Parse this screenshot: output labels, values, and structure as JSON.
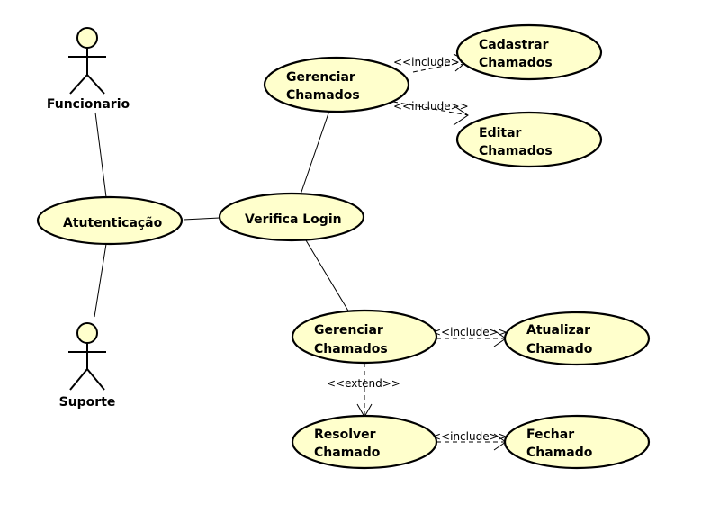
{
  "actors": [
    {
      "id": "funcionario",
      "label": "Funcionario"
    },
    {
      "id": "suporte",
      "label": "Suporte"
    }
  ],
  "use_cases": [
    {
      "id": "autenticacao",
      "lines": [
        "Atutenticação"
      ]
    },
    {
      "id": "verifica_login",
      "lines": [
        "Verifica Login"
      ]
    },
    {
      "id": "gerenciar_chamados_1",
      "lines": [
        "Gerenciar",
        "Chamados"
      ]
    },
    {
      "id": "cadastrar_chamados",
      "lines": [
        "Cadastrar",
        "Chamados"
      ]
    },
    {
      "id": "editar_chamados",
      "lines": [
        "Editar",
        "Chamados"
      ]
    },
    {
      "id": "gerenciar_chamados_2",
      "lines": [
        "Gerenciar",
        "Chamados"
      ]
    },
    {
      "id": "atualizar_chamado",
      "lines": [
        "Atualizar",
        "Chamado"
      ]
    },
    {
      "id": "resolver_chamado",
      "lines": [
        "Resolver",
        "Chamado"
      ]
    },
    {
      "id": "fechar_chamado",
      "lines": [
        "Fechar",
        "Chamado"
      ]
    }
  ],
  "associations": [
    {
      "from": "funcionario",
      "to": "autenticacao"
    },
    {
      "from": "suporte",
      "to": "autenticacao"
    },
    {
      "from": "autenticacao",
      "to": "verifica_login"
    },
    {
      "from": "verifica_login",
      "to": "gerenciar_chamados_1"
    },
    {
      "from": "verifica_login",
      "to": "gerenciar_chamados_2"
    }
  ],
  "dependencies": [
    {
      "from": "gerenciar_chamados_1",
      "to": "cadastrar_chamados",
      "stereotype": "<<include>>"
    },
    {
      "from": "gerenciar_chamados_1",
      "to": "editar_chamados",
      "stereotype": "<<include>>"
    },
    {
      "from": "gerenciar_chamados_2",
      "to": "atualizar_chamado",
      "stereotype": "<<include>>"
    },
    {
      "from": "gerenciar_chamados_2",
      "to": "resolver_chamado",
      "stereotype": "<<extend>>"
    },
    {
      "from": "resolver_chamado",
      "to": "fechar_chamado",
      "stereotype": "<<include>>"
    }
  ]
}
